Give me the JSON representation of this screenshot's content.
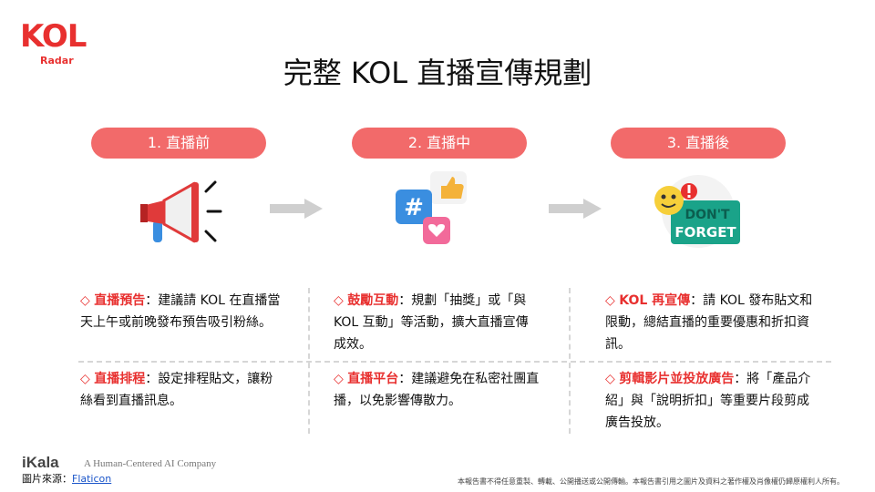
{
  "logo": {
    "main": "KOL",
    "sub": "Radar"
  },
  "title": "完整 KOL 直播宣傳規劃",
  "steps": [
    {
      "label": "1. 直播前"
    },
    {
      "label": "2. 直播中"
    },
    {
      "label": "3. 直播後"
    }
  ],
  "icons": {
    "before": "megaphone-icon",
    "during": "social-media-icon",
    "after": "dont-forget-icon",
    "after_text1": "DON'T",
    "after_text2": "FORGET"
  },
  "columns": [
    {
      "items": [
        {
          "marker": "◇",
          "highlight": "直播預告",
          "text": "：建議請 KOL 在直播當天上午或前晚發布預告吸引粉絲。"
        },
        {
          "marker": "◇",
          "highlight": "直播排程",
          "text": "：設定排程貼文，讓粉絲看到直播訊息。"
        }
      ]
    },
    {
      "items": [
        {
          "marker": "◇",
          "highlight": "鼓勵互動",
          "text": "：規劃「抽獎」或「與KOL 互動」等活動，擴大直播宣傳成效。"
        },
        {
          "marker": "◇",
          "highlight": "直播平台",
          "text": "：建議避免在私密社團直播，以免影響傳散力。"
        }
      ]
    },
    {
      "items": [
        {
          "marker": "◇",
          "highlight": "KOL 再宣傳",
          "text": "：請 KOL 發布貼文和限動，總結直播的重要優惠和折扣資訊。"
        },
        {
          "marker": "◇",
          "highlight": "剪輯影片並投放廣告",
          "text": "：將「產品介紹」與「說明折扣」等重要片段剪成廣告投放。"
        }
      ]
    }
  ],
  "footer": {
    "brand": "iKala",
    "tagline": "A Human-Centered AI Company",
    "source_label": "圖片來源：",
    "source_link": "Flaticon",
    "disclaimer": "本報告書不得任意重製、轉載、公開播送或公開傳輸。本報告書引用之圖片及資料之著作權及肖像權仍歸原權利人所有。"
  },
  "colors": {
    "accent": "#f26a6a",
    "highlight": "#e8302f"
  }
}
